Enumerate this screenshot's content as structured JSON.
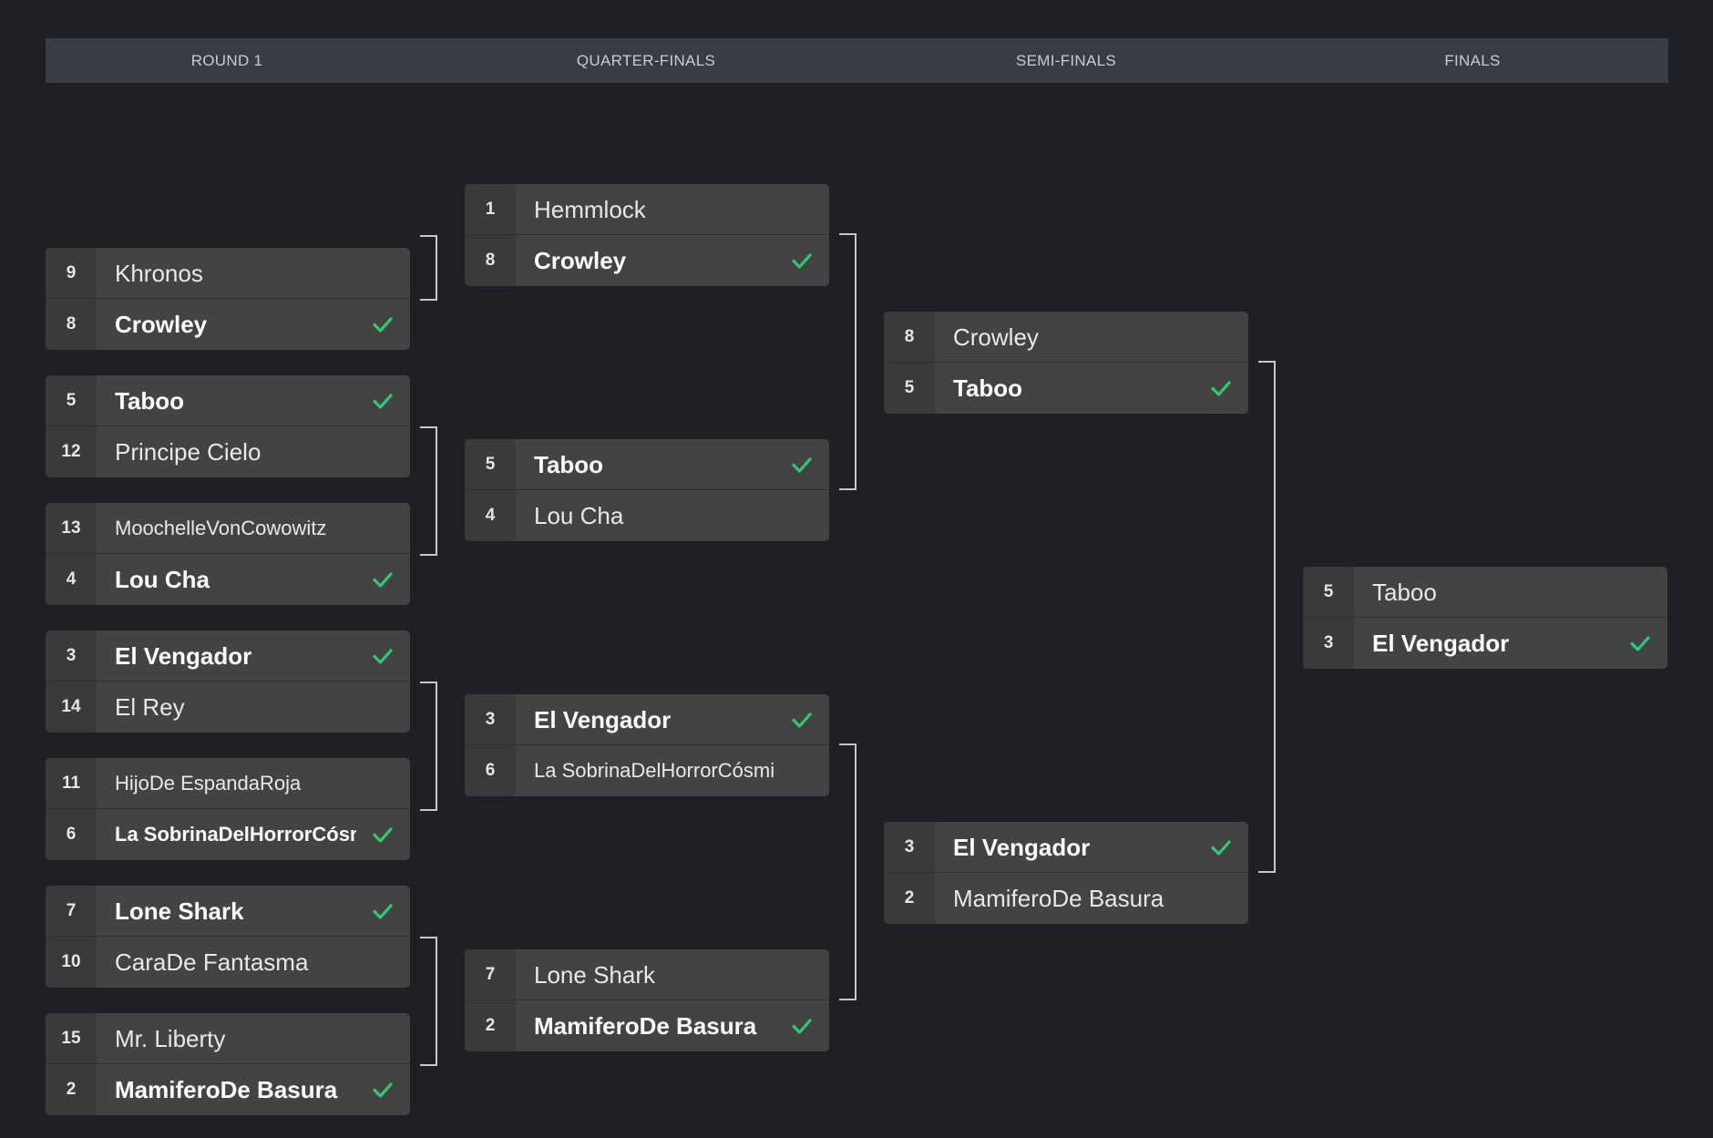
{
  "rounds": [
    "ROUND 1",
    "QUARTER-FINALS",
    "SEMI-FINALS",
    "FINALS"
  ],
  "colors": {
    "background": "#1f2025",
    "header": "#393c42",
    "card": "#434343",
    "check": "#2ecc71"
  },
  "matches": {
    "r1m1": {
      "top": {
        "seed": "9",
        "name": "Khronos"
      },
      "bottom": {
        "seed": "8",
        "name": "Crowley"
      },
      "winner": "bottom"
    },
    "r1m2": {
      "top": {
        "seed": "5",
        "name": "Taboo"
      },
      "bottom": {
        "seed": "12",
        "name": "Principe Cielo"
      },
      "winner": "top"
    },
    "r1m3": {
      "top": {
        "seed": "13",
        "name": "MoochelleVonCowowitz"
      },
      "bottom": {
        "seed": "4",
        "name": "Lou Cha"
      },
      "winner": "bottom"
    },
    "r1m4": {
      "top": {
        "seed": "3",
        "name": "El Vengador"
      },
      "bottom": {
        "seed": "14",
        "name": "El Rey"
      },
      "winner": "top"
    },
    "r1m5": {
      "top": {
        "seed": "11",
        "name": "HijoDe EspandaRoja"
      },
      "bottom": {
        "seed": "6",
        "name": "La SobrinaDelHorrorCósmico"
      },
      "winner": "bottom"
    },
    "r1m6": {
      "top": {
        "seed": "7",
        "name": "Lone Shark"
      },
      "bottom": {
        "seed": "10",
        "name": "CaraDe Fantasma"
      },
      "winner": "top"
    },
    "r1m7": {
      "top": {
        "seed": "15",
        "name": "Mr. Liberty"
      },
      "bottom": {
        "seed": "2",
        "name": "MamiferoDe Basura"
      },
      "winner": "bottom"
    },
    "qf1": {
      "top": {
        "seed": "1",
        "name": "Hemmlock"
      },
      "bottom": {
        "seed": "8",
        "name": "Crowley"
      },
      "winner": "bottom"
    },
    "qf2": {
      "top": {
        "seed": "5",
        "name": "Taboo"
      },
      "bottom": {
        "seed": "4",
        "name": "Lou Cha"
      },
      "winner": "top"
    },
    "qf3": {
      "top": {
        "seed": "3",
        "name": "El Vengador"
      },
      "bottom": {
        "seed": "6",
        "name": "La SobrinaDelHorrorCósmico"
      },
      "winner": "top"
    },
    "qf4": {
      "top": {
        "seed": "7",
        "name": "Lone Shark"
      },
      "bottom": {
        "seed": "2",
        "name": "MamiferoDe Basura"
      },
      "winner": "bottom"
    },
    "sf1": {
      "top": {
        "seed": "8",
        "name": "Crowley"
      },
      "bottom": {
        "seed": "5",
        "name": "Taboo"
      },
      "winner": "bottom"
    },
    "sf2": {
      "top": {
        "seed": "3",
        "name": "El Vengador"
      },
      "bottom": {
        "seed": "2",
        "name": "MamiferoDe Basura"
      },
      "winner": "top"
    },
    "final": {
      "top": {
        "seed": "5",
        "name": "Taboo"
      },
      "bottom": {
        "seed": "3",
        "name": "El Vengador"
      },
      "winner": "bottom"
    }
  }
}
